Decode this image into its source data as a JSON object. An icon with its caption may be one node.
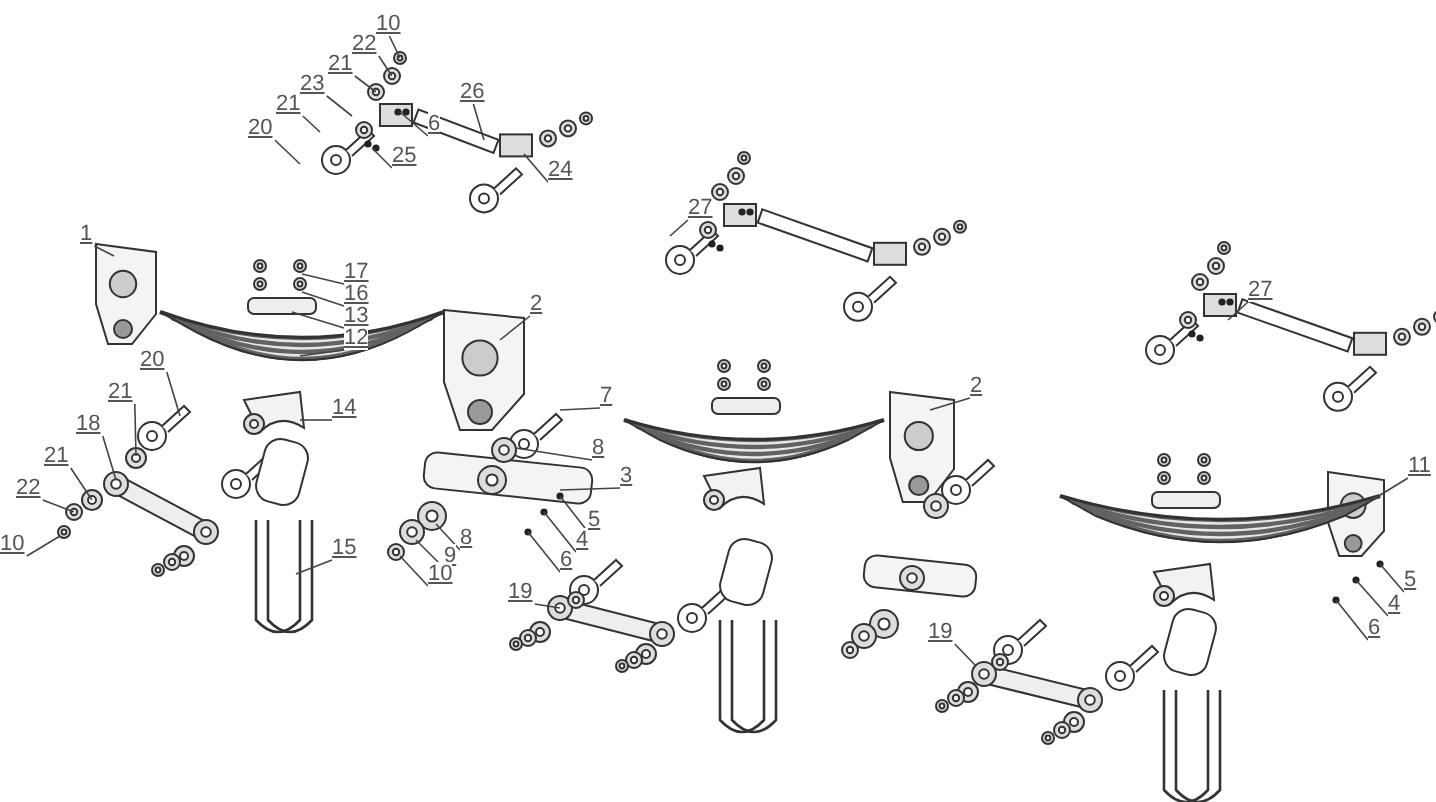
{
  "diagram": {
    "nodes": [
      {
        "text": [
          "10"
        ]
      },
      {
        "text": [
          "22"
        ]
      },
      {
        "text": [
          "21"
        ]
      },
      {
        "text": [
          "6"
        ]
      },
      {
        "text": [
          "23"
        ]
      },
      {
        "text": [
          "26"
        ]
      },
      {
        "text": [
          "21"
        ]
      },
      {
        "text": [
          "20"
        ]
      },
      {
        "text": [
          "25"
        ]
      },
      {
        "text": [
          "24"
        ]
      },
      {
        "text": [
          "1"
        ]
      },
      {
        "text": [
          "17"
        ]
      },
      {
        "text": [
          "16"
        ]
      },
      {
        "text": [
          "13"
        ]
      },
      {
        "text": [
          "12"
        ]
      },
      {
        "text": [
          "2"
        ]
      },
      {
        "text": [
          "27"
        ]
      },
      {
        "text": [
          "27"
        ]
      },
      {
        "text": [
          "20"
        ]
      },
      {
        "text": [
          "21"
        ]
      },
      {
        "text": [
          "18"
        ]
      },
      {
        "text": [
          "21"
        ]
      },
      {
        "text": [
          "22"
        ]
      },
      {
        "text": [
          "10"
        ]
      },
      {
        "text": [
          "14"
        ]
      },
      {
        "text": [
          "15"
        ]
      },
      {
        "text": [
          "7"
        ]
      },
      {
        "text": [
          "8"
        ]
      },
      {
        "text": [
          "3"
        ]
      },
      {
        "text": [
          "5"
        ]
      },
      {
        "text": [
          "4"
        ]
      },
      {
        "text": [
          "6"
        ]
      },
      {
        "text": [
          "8"
        ]
      },
      {
        "text": [
          "9"
        ]
      },
      {
        "text": [
          "10"
        ]
      },
      {
        "text": [
          "19"
        ]
      },
      {
        "text": [
          "2"
        ]
      },
      {
        "text": [
          "11"
        ]
      },
      {
        "text": [
          "5"
        ]
      },
      {
        "text": [
          "4"
        ]
      },
      {
        "text": [
          "6"
        ]
      },
      {
        "text": [
          "19"
        ]
      }
    ],
    "edges": [
      {
        "from": 0,
        "to": null,
        "arrow": "none"
      },
      {
        "from": 1,
        "to": null,
        "arrow": "none"
      },
      {
        "from": 2,
        "to": null,
        "arrow": "none"
      },
      {
        "from": 3,
        "to": null,
        "arrow": "none"
      },
      {
        "from": 4,
        "to": null,
        "arrow": "none"
      },
      {
        "from": 5,
        "to": null,
        "arrow": "none"
      },
      {
        "from": 6,
        "to": null,
        "arrow": "none"
      },
      {
        "from": 7,
        "to": null,
        "arrow": "none"
      },
      {
        "from": 8,
        "to": null,
        "arrow": "none"
      },
      {
        "from": 9,
        "to": null,
        "arrow": "none"
      },
      {
        "from": 10,
        "to": null,
        "arrow": "none"
      },
      {
        "from": 11,
        "to": null,
        "arrow": "none"
      },
      {
        "from": 12,
        "to": null,
        "arrow": "none"
      },
      {
        "from": 13,
        "to": null,
        "arrow": "none"
      },
      {
        "from": 14,
        "to": null,
        "arrow": "none"
      },
      {
        "from": 15,
        "to": null,
        "arrow": "none"
      },
      {
        "from": 16,
        "to": null,
        "arrow": "none"
      },
      {
        "from": 17,
        "to": null,
        "arrow": "none"
      },
      {
        "from": 18,
        "to": null,
        "arrow": "none"
      },
      {
        "from": 19,
        "to": null,
        "arrow": "none"
      },
      {
        "from": 20,
        "to": null,
        "arrow": "none"
      },
      {
        "from": 21,
        "to": null,
        "arrow": "none"
      },
      {
        "from": 22,
        "to": null,
        "arrow": "none"
      },
      {
        "from": 23,
        "to": null,
        "arrow": "none"
      },
      {
        "from": 24,
        "to": null,
        "arrow": "none"
      },
      {
        "from": 25,
        "to": null,
        "arrow": "none"
      },
      {
        "from": 26,
        "to": null,
        "arrow": "none"
      },
      {
        "from": 27,
        "to": null,
        "arrow": "none"
      },
      {
        "from": 28,
        "to": null,
        "arrow": "none"
      },
      {
        "from": 29,
        "to": null,
        "arrow": "none"
      },
      {
        "from": 30,
        "to": null,
        "arrow": "none"
      },
      {
        "from": 31,
        "to": null,
        "arrow": "none"
      },
      {
        "from": 32,
        "to": null,
        "arrow": "none"
      },
      {
        "from": 33,
        "to": null,
        "arrow": "none"
      },
      {
        "from": 34,
        "to": null,
        "arrow": "none"
      },
      {
        "from": 35,
        "to": null,
        "arrow": "none"
      },
      {
        "from": 36,
        "to": null,
        "arrow": "none"
      },
      {
        "from": 37,
        "to": null,
        "arrow": "none"
      },
      {
        "from": 38,
        "to": null,
        "arrow": "none"
      },
      {
        "from": 39,
        "to": null,
        "arrow": "none"
      },
      {
        "from": 40,
        "to": null,
        "arrow": "none"
      },
      {
        "from": 41,
        "to": null,
        "arrow": "none"
      }
    ]
  }
}
